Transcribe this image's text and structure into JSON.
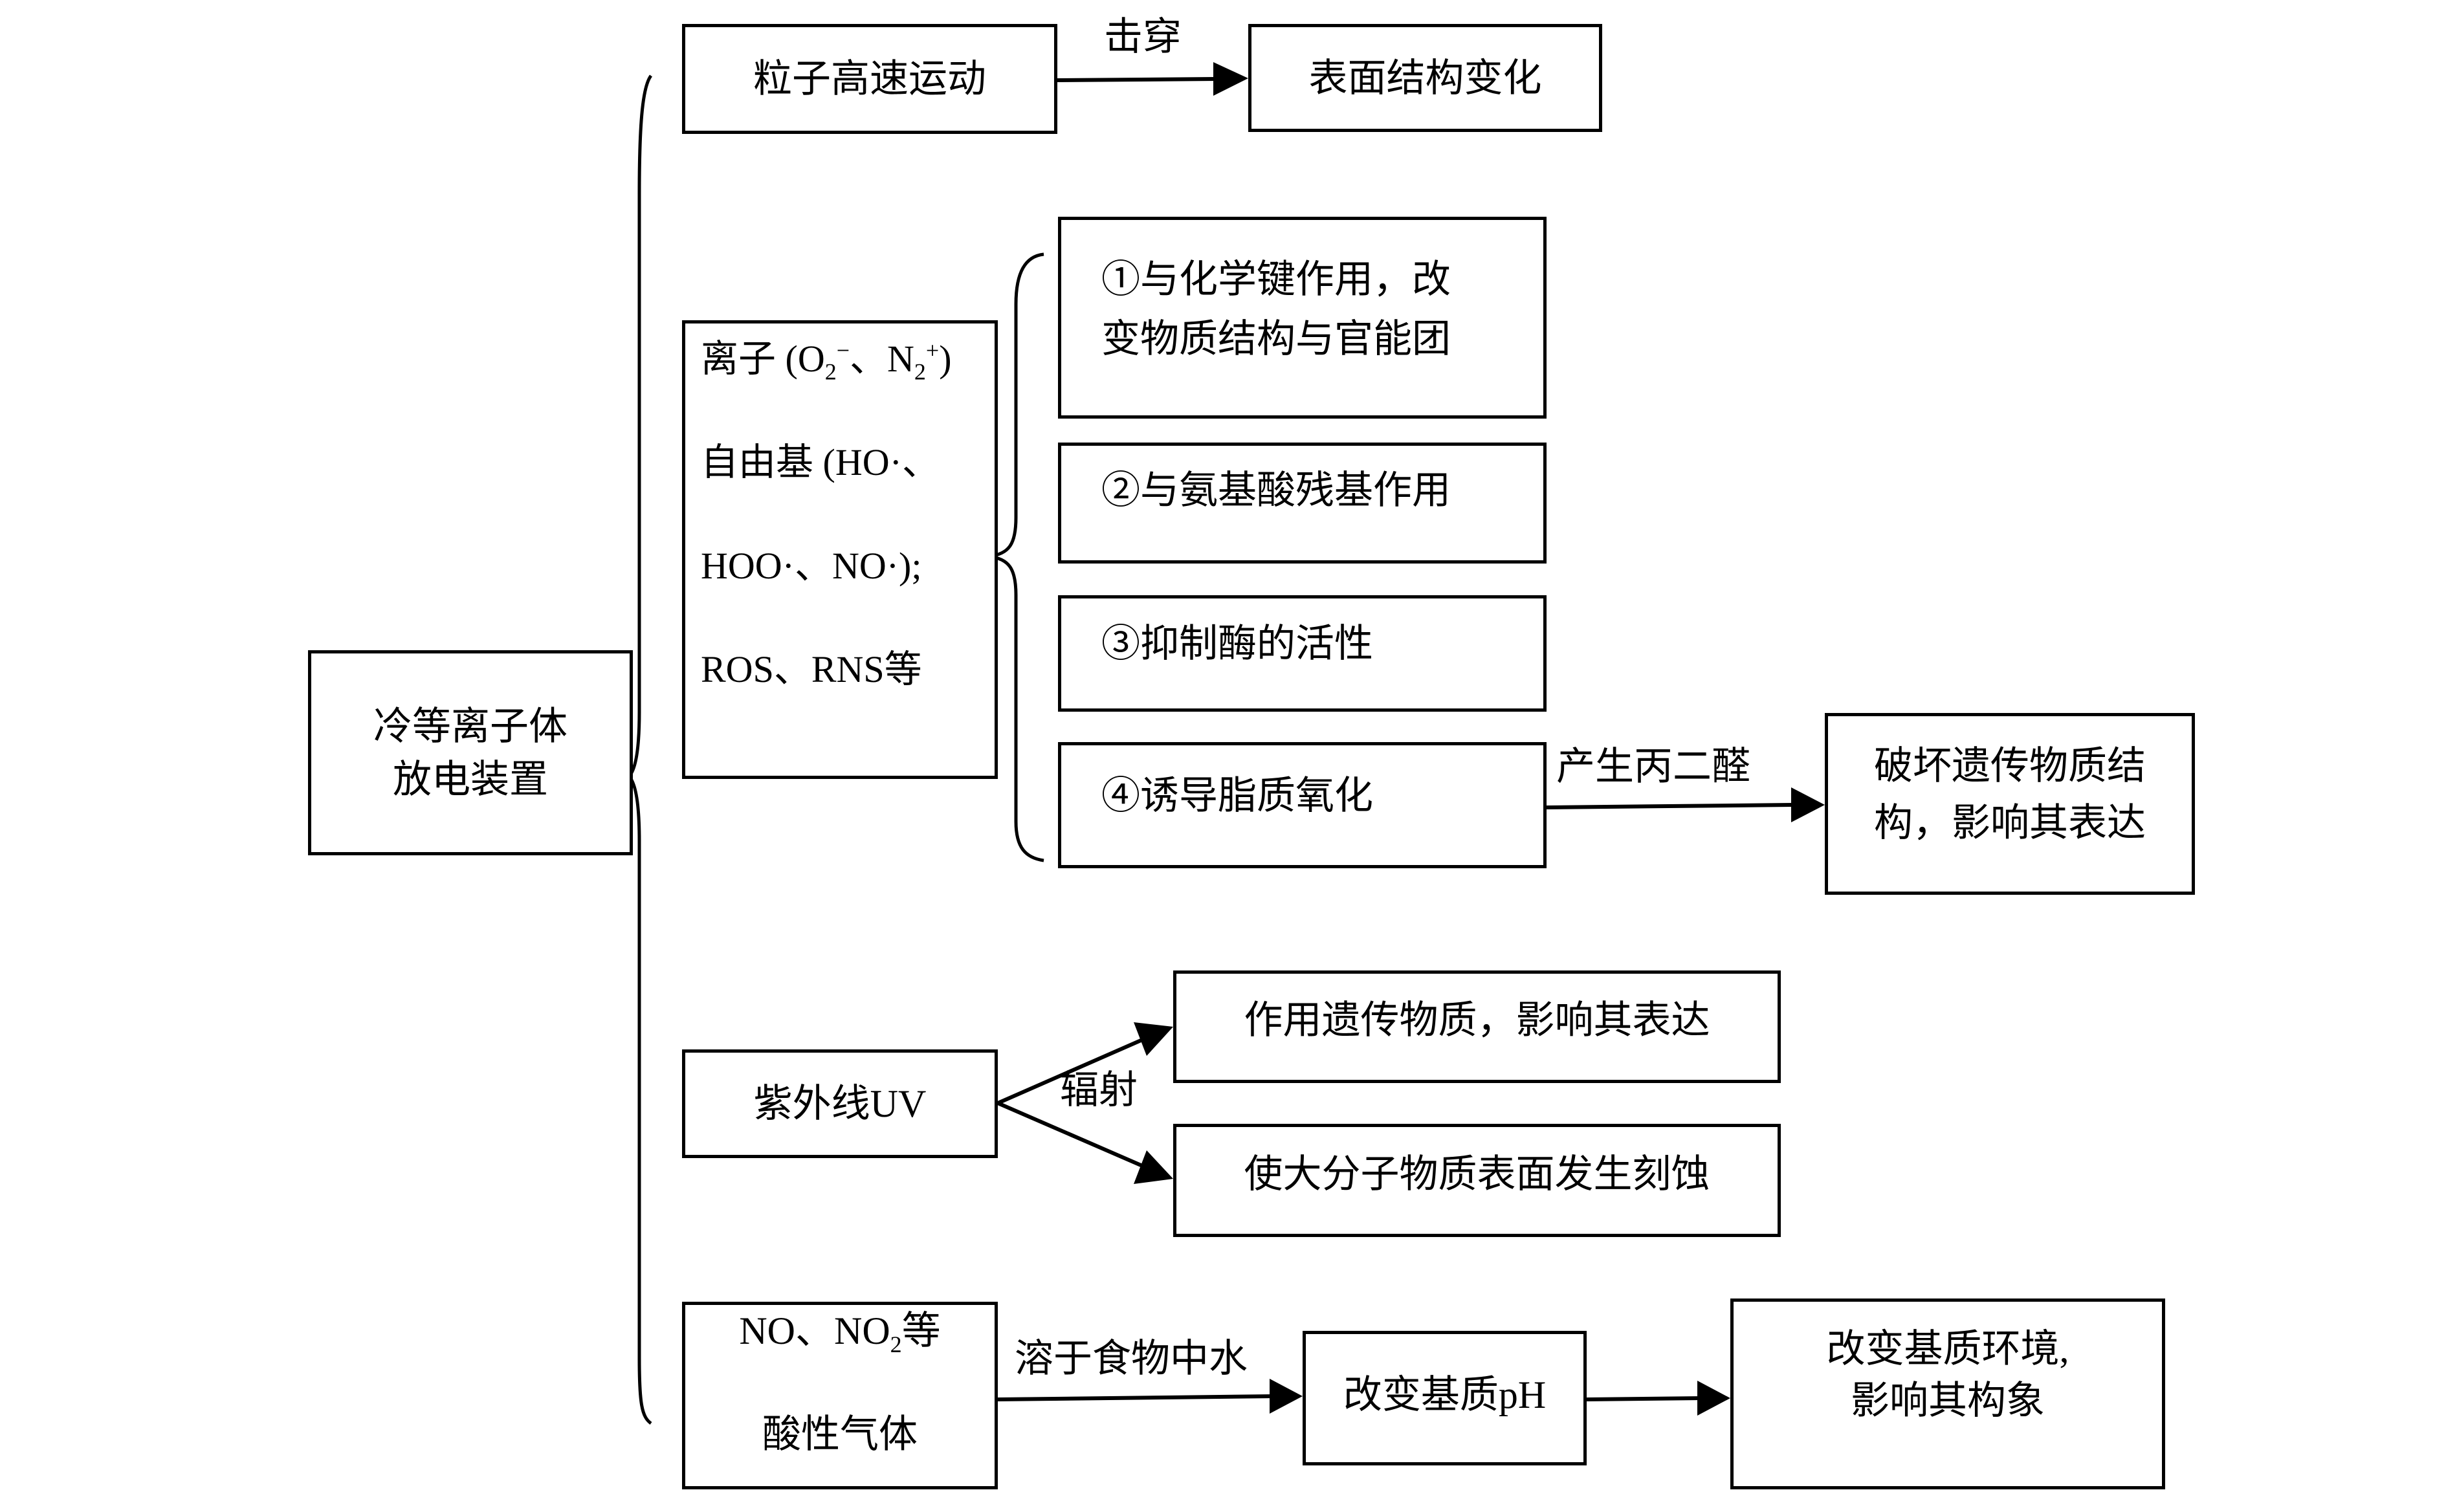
{
  "diagram": {
    "root": {
      "label": "冷等离子体\n放电装置"
    },
    "branches": [
      {
        "source": "粒子高速运动",
        "edge_label": "击穿",
        "target": "表面结构变化"
      },
      {
        "source_lines": [
          "离子 (O₂⁻、N₂⁺)",
          "自由基 (HO·、",
          "HOO·、NO·);",
          "ROS、RNS等"
        ],
        "effects": [
          "①与化学键作用，改\n变物质结构与官能团",
          "②与氨基酸残基作用",
          "③抑制酶的活性",
          "④诱导脂质氧化"
        ],
        "effect4_edge_label": "产生丙二醛",
        "effect4_target": "破坏遗传物质结\n构，影响其表达"
      },
      {
        "source": "紫外线UV",
        "edge_label": "辐射",
        "targets": [
          "作用遗传物质，影响其表达",
          "使大分子物质表面发生刻蚀"
        ]
      },
      {
        "source": "NO、NO₂等\n酸性气体",
        "edge_label": "溶于食物中水",
        "target": "改变基质pH",
        "final_target": "改变基质环境,\n影响其构象"
      }
    ]
  },
  "colors": {
    "stroke": "#000000",
    "background": "#ffffff"
  }
}
